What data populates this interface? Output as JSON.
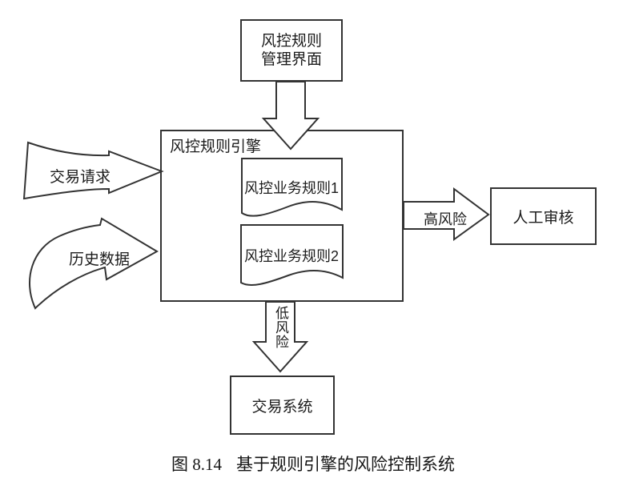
{
  "figure": {
    "caption_number": "图 8.14",
    "caption_title": "基于规则引擎的风险控制系统"
  },
  "nodes": {
    "management_ui": {
      "line1": "风控规则",
      "line2": "管理界面"
    },
    "rule_engine": {
      "label": "风控规则引擎"
    },
    "rule_doc_1": {
      "label": "风控业务规则1"
    },
    "rule_doc_2": {
      "label": "风控业务规则2"
    },
    "manual_review": {
      "label": "人工审核"
    },
    "trading_system": {
      "label": "交易系统"
    }
  },
  "arrows": {
    "management_to_engine": {
      "from": "management_ui",
      "to": "rule_engine"
    },
    "transaction_request": {
      "label": "交易请求",
      "to": "rule_engine"
    },
    "historical_data": {
      "label": "历史数据",
      "to": "rule_engine"
    },
    "high_risk": {
      "label": "高风险",
      "from": "rule_engine",
      "to": "manual_review"
    },
    "low_risk": {
      "label": "低风险",
      "from": "rule_engine",
      "to": "trading_system"
    }
  },
  "colors": {
    "background": "#ffffff",
    "line": "#333333",
    "text": "#1c1c1c"
  }
}
